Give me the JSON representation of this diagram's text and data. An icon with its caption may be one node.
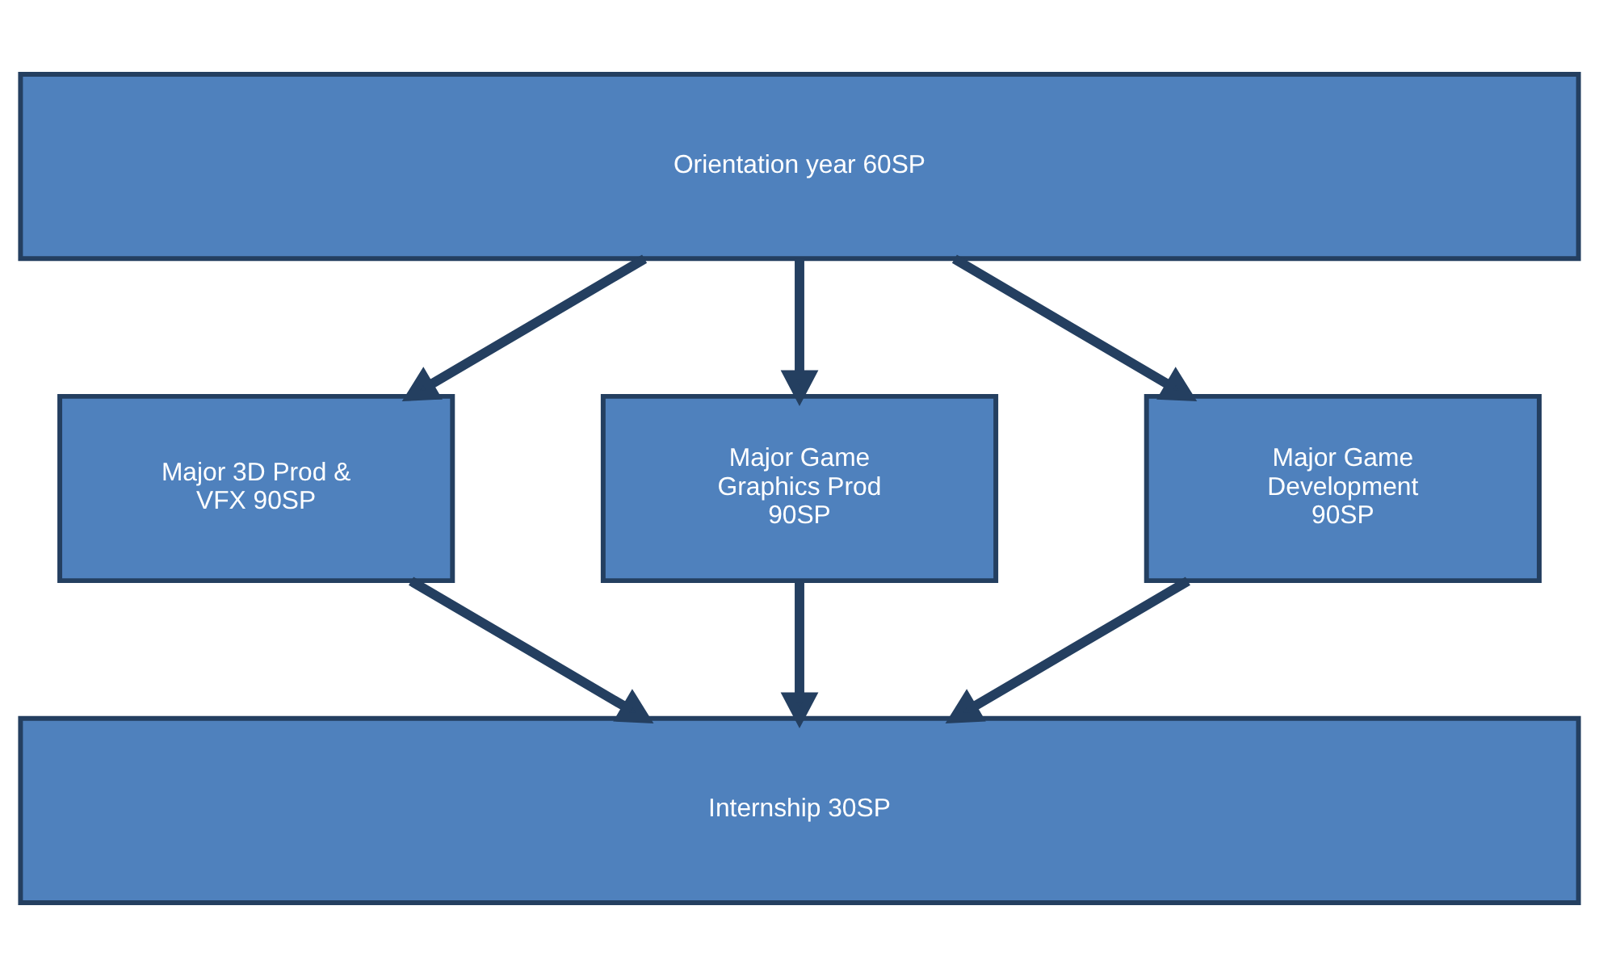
{
  "diagram": {
    "nodes": [
      {
        "text": [
          "Orientation year 60SP"
        ]
      },
      {
        "text": [
          "Major 3D Prod & VFX 90SP"
        ]
      },
      {
        "text": [
          "Major Game Graphics Prod 90SP"
        ]
      },
      {
        "text": [
          "Major Game Development 90SP"
        ]
      },
      {
        "text": [
          "Internship 30SP"
        ]
      }
    ],
    "edges": [
      {
        "from": 0,
        "to": 1,
        "arrow": "to"
      },
      {
        "from": 0,
        "to": 2,
        "arrow": "to"
      },
      {
        "from": 0,
        "to": 3,
        "arrow": "to"
      },
      {
        "from": 1,
        "to": 4,
        "arrow": "to"
      },
      {
        "from": 2,
        "to": 4,
        "arrow": "to"
      },
      {
        "from": 3,
        "to": 4,
        "arrow": "to"
      }
    ]
  }
}
